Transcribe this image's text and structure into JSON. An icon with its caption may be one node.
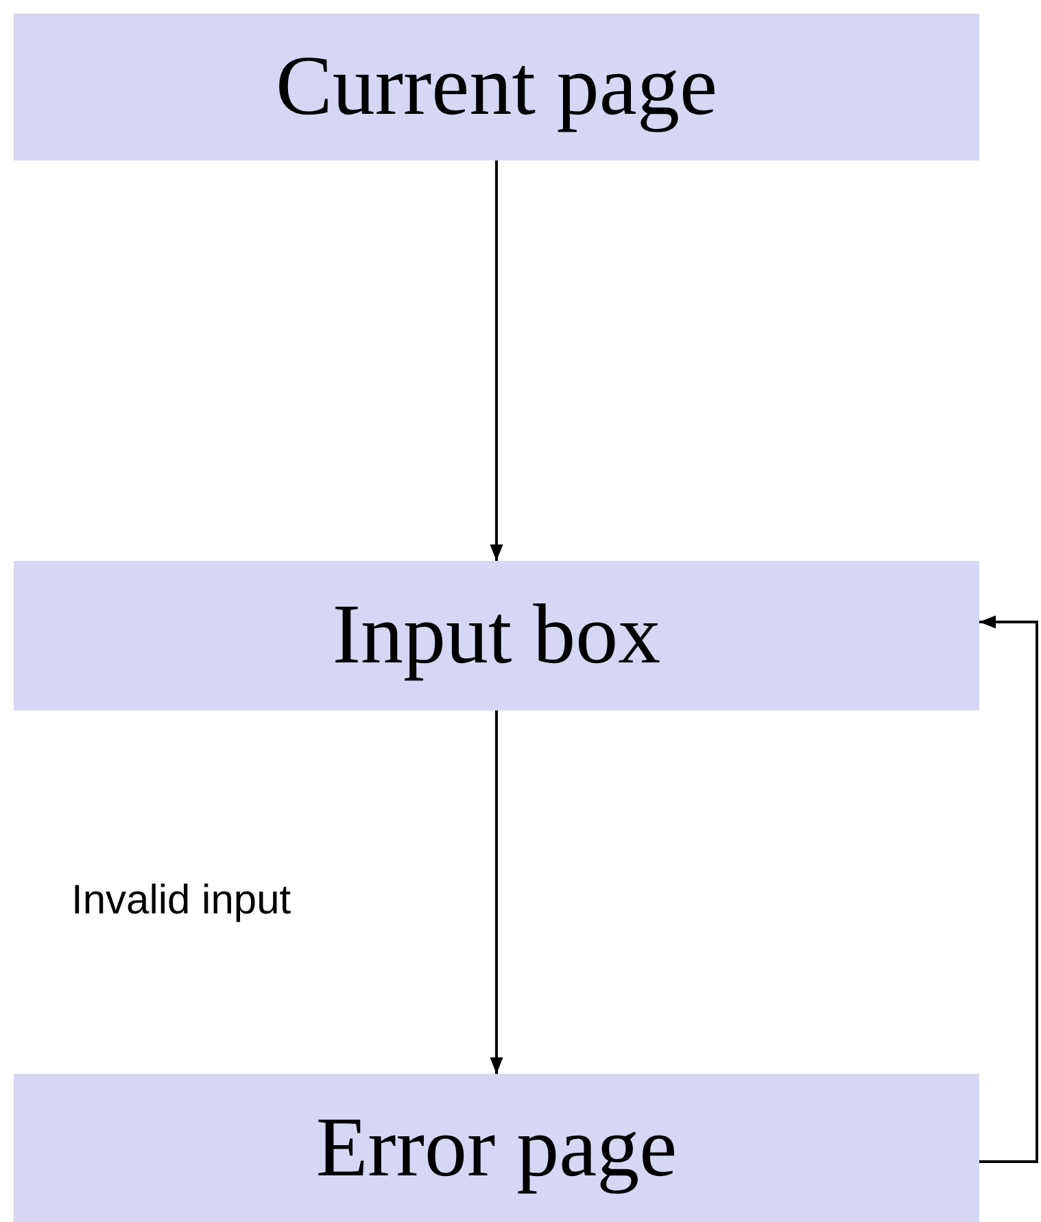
{
  "diagram": {
    "nodes": [
      {
        "text": [
          "Current page"
        ]
      },
      {
        "text": [
          "Input box"
        ]
      },
      {
        "text": [
          "Error page"
        ]
      }
    ],
    "edges": [
      {
        "from": 0,
        "to": 1,
        "arrow": "to"
      },
      {
        "from": 1,
        "to": 2,
        "arrow": "to",
        "label": "Invalid input"
      },
      {
        "from": 2,
        "to": 1,
        "arrow": "to"
      }
    ]
  }
}
